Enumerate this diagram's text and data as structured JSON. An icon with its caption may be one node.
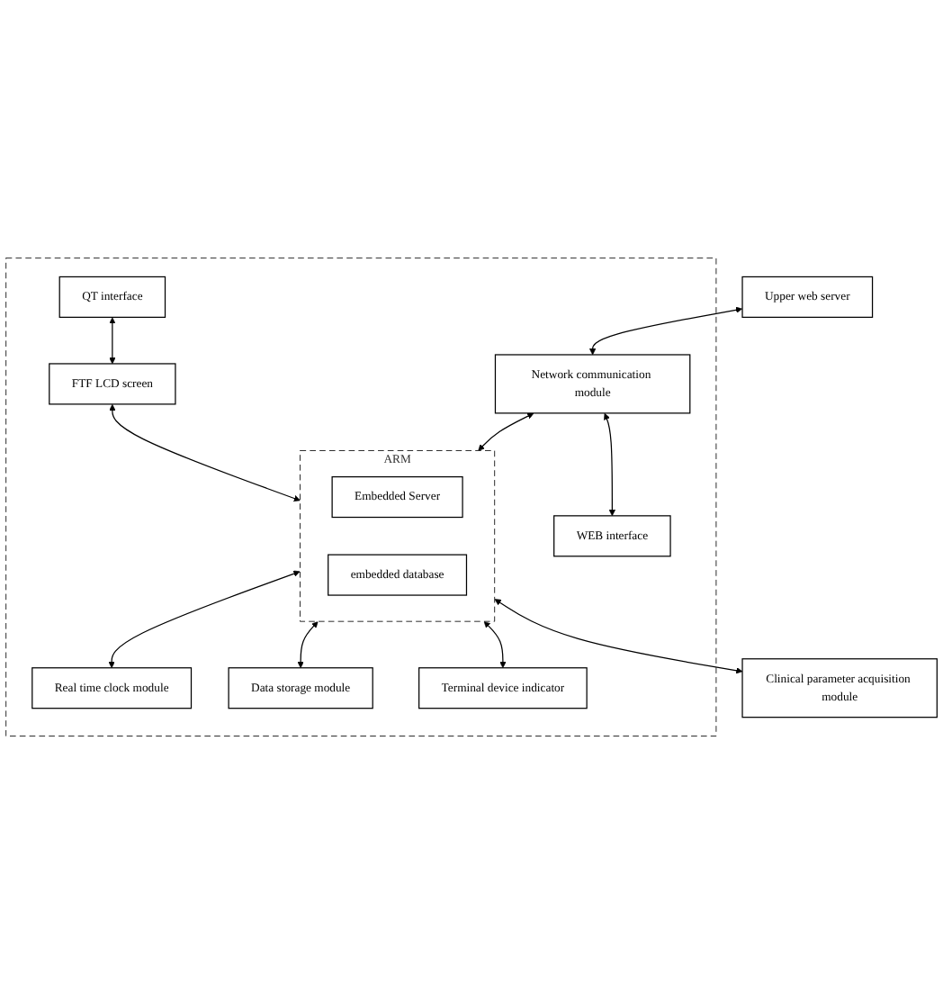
{
  "diagram": {
    "nodes": [
      {
        "text": [
          "Upper web server"
        ]
      },
      {
        "text": [],
        "shape": "box"
      },
      {
        "text": [
          "QT interface"
        ],
        "in": 1
      },
      {
        "text": [
          "WEB interface"
        ],
        "in": 1
      },
      {
        "text": [
          "FTF LCD screen"
        ],
        "in": 1
      },
      {
        "text": [
          "Network communication module"
        ],
        "in": 1
      },
      {
        "text": [
          "ARM"
        ],
        "in": 1
      },
      {
        "text": [
          "Embedded Server"
        ],
        "in": 6
      },
      {
        "text": [
          "embedded database"
        ],
        "in": 6
      },
      {
        "text": [
          "Clinical parameter acquisition module"
        ]
      },
      {
        "text": [
          "Real time clock module"
        ],
        "in": 1
      },
      {
        "text": [
          "Data storage module"
        ],
        "in": 1
      },
      {
        "text": [
          "Terminal device indicator"
        ],
        "in": 1
      }
    ],
    "edges": [
      {
        "from": 0,
        "to": 5,
        "arrow": "both"
      },
      {
        "from": 5,
        "to": 3,
        "arrow": "both"
      },
      {
        "from": 2,
        "to": 4,
        "arrow": "both"
      },
      {
        "from": 4,
        "to": 6,
        "arrow": "both"
      },
      {
        "from": 5,
        "to": 6,
        "arrow": "both"
      },
      {
        "from": 6,
        "to": 9,
        "arrow": "both"
      },
      {
        "from": 6,
        "to": 10,
        "arrow": "both"
      },
      {
        "from": 6,
        "to": 11,
        "arrow": "both"
      },
      {
        "from": 6,
        "to": 12,
        "arrow": "both"
      }
    ]
  }
}
